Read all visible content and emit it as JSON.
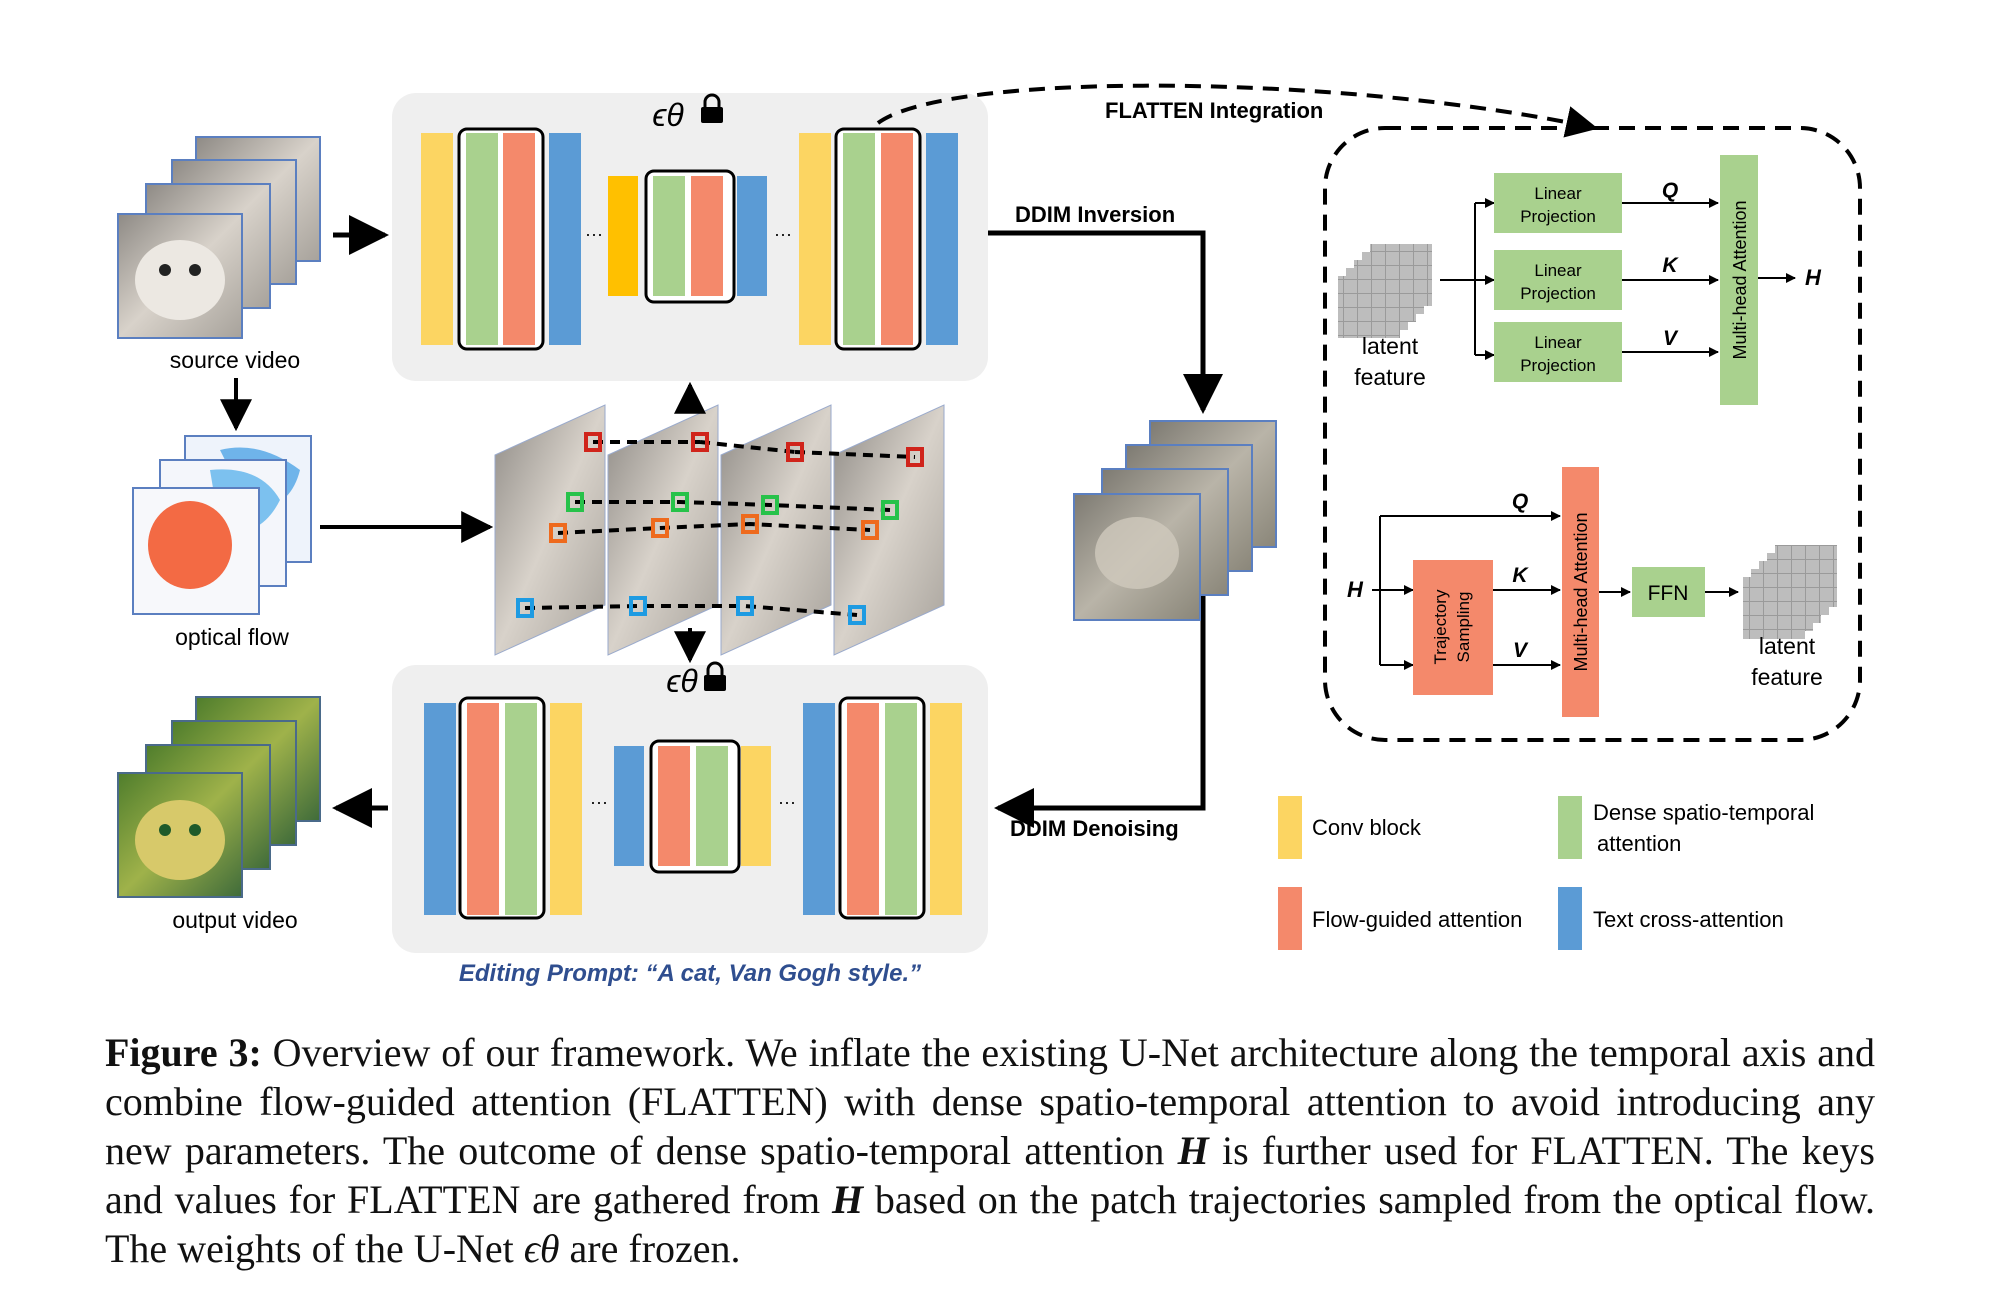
{
  "unet": {
    "top_symbol": "ϵθ",
    "bottom_symbol": "ϵθ",
    "ellipsis": "···"
  },
  "labels": {
    "source_video": "source video",
    "optical_flow": "optical flow",
    "output_video": "output video",
    "ddim_inversion": "DDIM Inversion",
    "ddim_denoising": "DDIM Denoising",
    "flatten_integration": "FLATTEN Integration",
    "editing_prompt": "Editing Prompt: “A cat, Van Gogh style.”"
  },
  "integration": {
    "linear_projection_line1": "Linear",
    "linear_projection_line2": "Projection",
    "q": "Q",
    "k": "K",
    "v": "V",
    "h": "H",
    "mha": "Multi-head Attention",
    "latent_line1": "latent",
    "latent_line2": "feature",
    "trajectory_line1": "Trajectory",
    "trajectory_line2": "Sampling",
    "ffn": "FFN"
  },
  "legend": [
    {
      "label_line1": "Conv block",
      "label_line2": "",
      "color": "#fcd562"
    },
    {
      "label_line1": "Dense spatio-temporal",
      "label_line2": "attention",
      "color": "#a9d18e"
    },
    {
      "label_line1": "Flow-guided attention",
      "label_line2": "",
      "color": "#f4896b"
    },
    {
      "label_line1": "Text cross-attention",
      "label_line2": "",
      "color": "#5b9bd5"
    }
  ],
  "colors": {
    "conv": "#fcd562",
    "conv_alt": "#ffc000",
    "dense": "#a9d18e",
    "flow": "#f4896b",
    "text": "#5b9bd5",
    "panel": "#efefef",
    "prompt": "#2f4e8f"
  },
  "caption": {
    "label": "Figure 3:",
    "part1": " Overview of our framework. We inflate the existing U-Net architecture along the temporal axis and combine flow-guided attention (FLATTEN) with dense spatio-temporal attention to avoid introducing any new parameters.  The outcome of dense spatio-temporal attention ",
    "h1": "H",
    "part2": " is further used for FLATTEN. The keys and values for FLATTEN are gathered from ",
    "h2": "H",
    "part3": " based on the patch trajectories sampled from the optical flow. The weights of the U-Net ",
    "eps": "ϵθ",
    "part4": " are frozen."
  }
}
